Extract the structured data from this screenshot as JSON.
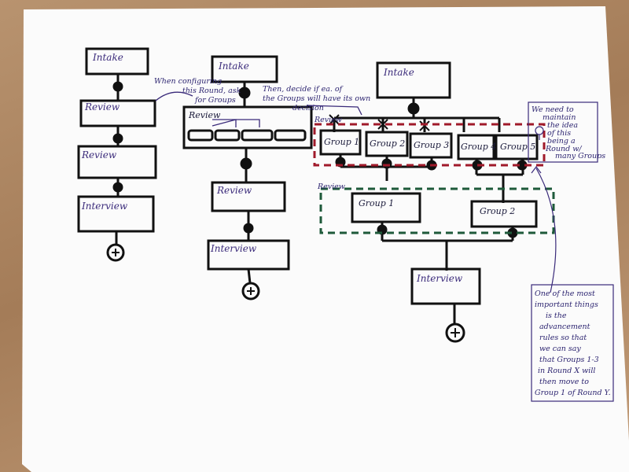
{
  "flow1": {
    "box1": "Intake",
    "box2": "Review",
    "box3": "Review",
    "box4": "Interview",
    "add": "+"
  },
  "flow2": {
    "box1": "Intake",
    "box2": "Review",
    "box3": "Review",
    "box4": "Interview",
    "add": "+",
    "note1": [
      "When configuring",
      "this Round, ask",
      "for Groups"
    ],
    "note2": [
      "Then, decide if ea. of",
      "the Groups will have its own",
      "decision"
    ]
  },
  "flow3": {
    "intake": "Intake",
    "round_label_top": "Review",
    "groups_top": [
      "Group 1",
      "Group 2",
      "Group 3",
      "Group 4",
      "Group 5"
    ],
    "round_label_bottom": "Review",
    "groups_bottom": [
      "Group 1",
      "Group 2"
    ],
    "interview": "Interview",
    "add": "+",
    "note_right": [
      "We need to",
      "maintain",
      "the idea",
      "of this",
      "being a",
      "Round w/",
      "many Groups"
    ],
    "note_bottom": [
      "One of the most",
      "important things",
      "is the",
      "advancement",
      "rules so that",
      "we can say",
      "that Groups 1-3",
      "in Round X will",
      "then move to",
      "Group 1 of Round Y."
    ]
  },
  "colors": {
    "ink": "#111111",
    "purple_ink": "#3a2a7a",
    "red_dash": "#a01a2a",
    "green_dash": "#1e5a3a",
    "paper": "#fbfbfb",
    "table": "#b08866"
  }
}
